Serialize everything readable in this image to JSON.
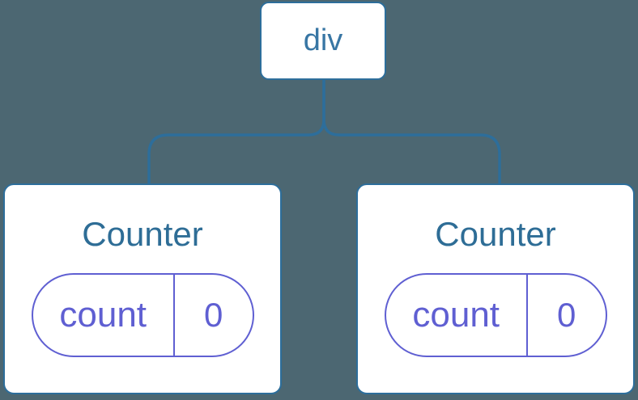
{
  "diagram": {
    "description": "React component tree: a div root element with two Counter component children, each holding a count state of 0",
    "background_color": "#4C6772",
    "connector_color": "#2D6E9B",
    "node_border_color": "#2D6E9B",
    "node_fill_color": "#FFFFFF",
    "node_text_color": "#3876A4",
    "component_title_color": "#2E6D96",
    "state_accent_color": "#5F5FD2",
    "root_node": {
      "label": "div"
    },
    "components": [
      {
        "name": "Counter",
        "state": {
          "label": "count",
          "value": "0"
        }
      },
      {
        "name": "Counter",
        "state": {
          "label": "count",
          "value": "0"
        }
      }
    ]
  }
}
